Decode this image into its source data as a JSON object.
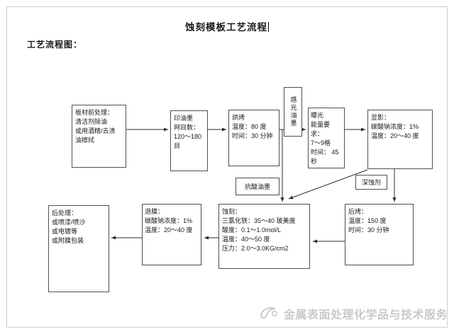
{
  "page": {
    "title": "蚀刻模板工艺流程",
    "section_label": "工艺流程图：",
    "watermark": {
      "text": "金属表面处理化学品与技术服务",
      "color": "#c8cacb"
    }
  },
  "flowchart": {
    "boxes": [
      {
        "id": "pretreatment",
        "lines": [
          "板材前处理：",
          "清洁剂除油",
          "或用酒精/去渍",
          "油擦拭"
        ]
      },
      {
        "id": "print-ink",
        "lines": [
          "印油墨",
          "网目数：",
          "120～180",
          "目"
        ]
      },
      {
        "id": "bake",
        "lines": [
          "烘烤",
          "温度：80 度",
          "时间：30 分钟"
        ]
      },
      {
        "id": "photosensitive-ink",
        "lines": [
          "感光油墨"
        ]
      },
      {
        "id": "expose",
        "lines": [
          "曝光",
          "能量要求：",
          "7～9格",
          "时间： 45",
          "秒"
        ]
      },
      {
        "id": "develop",
        "lines": [
          "显影：",
          "碳酸钠浓度：1%",
          "温度：20～40 度"
        ]
      },
      {
        "id": "anti-acid-ink",
        "lines": [
          "抗酸油墨"
        ]
      },
      {
        "id": "deep-etchant",
        "lines": [
          "深蚀剂"
        ]
      },
      {
        "id": "post-treatment",
        "lines": [
          "后处理：",
          "或喷漆/喷沙",
          "或电镀等",
          "或附膜包装"
        ]
      },
      {
        "id": "strip-film",
        "lines": [
          "退膜：",
          "碳酸钠浓度：1%",
          "温度：20～40 度"
        ]
      },
      {
        "id": "etch",
        "lines": [
          "蚀刻：",
          "三氯化铁：35～40 玻美度",
          "酸度：0.1～1.0mol/L",
          "温度：40～50 度",
          "压力：2.0～3.0KG/cm2"
        ]
      },
      {
        "id": "post-bake",
        "lines": [
          "后烤：",
          "温度：150 度",
          "时间：30 分钟"
        ]
      }
    ]
  }
}
